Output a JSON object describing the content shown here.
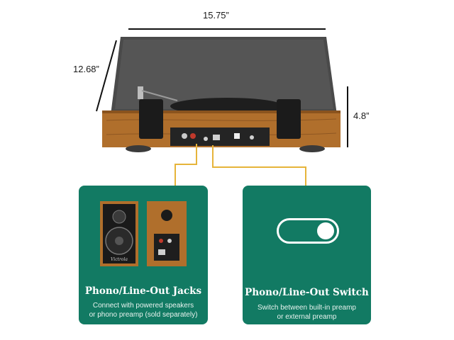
{
  "dimensions": {
    "width": "15.75”",
    "depth": "12.68”",
    "height": "4.8”"
  },
  "cards": [
    {
      "title": "Phono/Line-Out Jacks",
      "description_line1": "Connect with powered speakers",
      "description_line2": "or phono preamp (sold separately)"
    },
    {
      "title": "Phono/Line-Out Switch",
      "description_line1": "Switch between built-in preamp",
      "description_line2": "or external preamp"
    }
  ],
  "speaker_brand": "Victrola",
  "colors": {
    "card": "#127a63",
    "wood": "#b06f2c",
    "wire": "#e6b43a"
  },
  "icons": [
    "toggle-switch-icon",
    "speaker-icon"
  ]
}
